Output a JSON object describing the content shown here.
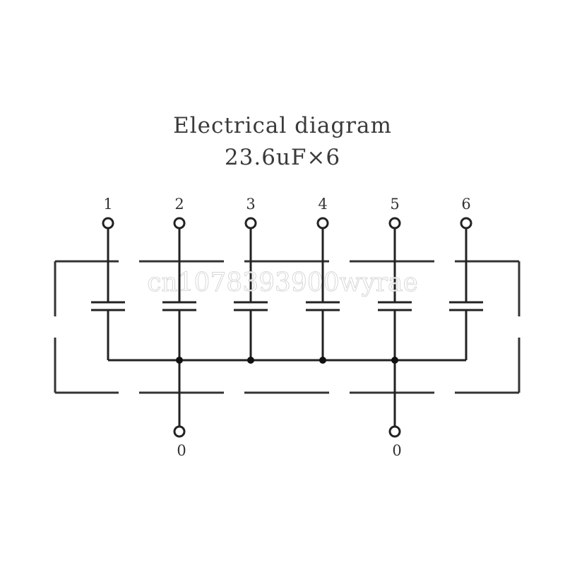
{
  "header": {
    "title": "Electrical diagram",
    "subtitle": "23.6uF×6"
  },
  "terminals_top": [
    {
      "label": "1"
    },
    {
      "label": "2"
    },
    {
      "label": "3"
    },
    {
      "label": "4"
    },
    {
      "label": "5"
    },
    {
      "label": "6"
    }
  ],
  "terminals_bottom": [
    {
      "label": "0"
    },
    {
      "label": "0"
    }
  ],
  "watermark": "cn1078393900wyrae",
  "colors": {
    "line": "#222222",
    "frame": "#333333",
    "text": "#3a3a3a"
  }
}
